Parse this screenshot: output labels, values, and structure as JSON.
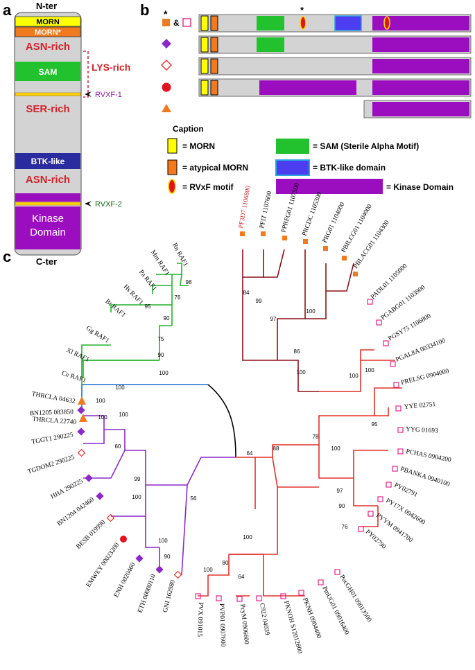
{
  "panel_a": {
    "letter": "a",
    "n_terminus": "N-ter",
    "c_terminus": "C-ter",
    "segments": [
      "MORN",
      "MORN*",
      "ASN-rich",
      "SAM",
      "SER-rich",
      "BTK-like",
      "ASN-rich",
      "Kinase Domain"
    ],
    "lys_rich": "LYS-rich",
    "motifs": [
      "RVXF-1",
      "RVXF-2"
    ]
  },
  "panel_b": {
    "letter": "b",
    "asterisk": "*",
    "ampersand": "&",
    "caption_title": "Caption",
    "legend": {
      "morn": "= MORN",
      "atypical_morn": "= atypical MORN",
      "rvxf": "= RVxF motif",
      "sam": "= SAM (Sterile Alpha Motif)",
      "btk": "= BTK-like domain",
      "kinase": "= Kinase Domain"
    }
  },
  "panel_c": {
    "letter": "c",
    "leaves": [
      "PF3D7 1106800",
      "PFIT 1107600",
      "PPRFG01 1107500",
      "PRCDC 1105300",
      "PRG01 1104000",
      "PBILCG01 1104000",
      "PBLACG01 1104300",
      "PADL01 1105000",
      "PGABG01 1103900",
      "PGSY75 1106800",
      "PGAL8A 00334100",
      "PRELSG 0904000",
      "YYE 02751",
      "YYG 01693",
      "PCHAS 0904200",
      "PBANKA 0940100",
      "PY02791",
      "PY17X 0942600",
      "PYYM 0941700",
      "PY02790",
      "PocGH01 09013500",
      "PmUG01 09016400",
      "PKNH 0904400",
      "PKNOH S12012800",
      "C922 04039",
      "PcyM 0906600",
      "PVP01 0907600",
      "PVX 091015",
      "GNI 162980",
      "ETH 00000110",
      "ENH 0020460",
      "EMWEY 00023200",
      "BESB 019990",
      "BN1204 042460",
      "HHA 290225",
      "TGDOM2 290225",
      "TGGT1 290225",
      "BN1205 083850",
      "THRCLA 22740",
      "THRCLA 04632",
      "Ce RAF1",
      "Xl RAF1",
      "Gg RAF1",
      "Bt RAF1",
      "Hs RAF1",
      "Pa RAF1",
      "Mm RAF1",
      "Rn RAF1"
    ],
    "bootstrap": [
      "98",
      "76",
      "95",
      "90",
      "75",
      "90",
      "100",
      "100",
      "84",
      "99",
      "97",
      "100",
      "86",
      "100",
      "100",
      "100",
      "95",
      "100",
      "97",
      "90",
      "76",
      "78",
      "88",
      "64",
      "100",
      "100",
      "60",
      "100",
      "99",
      "100",
      "100",
      "90",
      "56",
      "100",
      "80",
      "64",
      "100"
    ]
  }
}
